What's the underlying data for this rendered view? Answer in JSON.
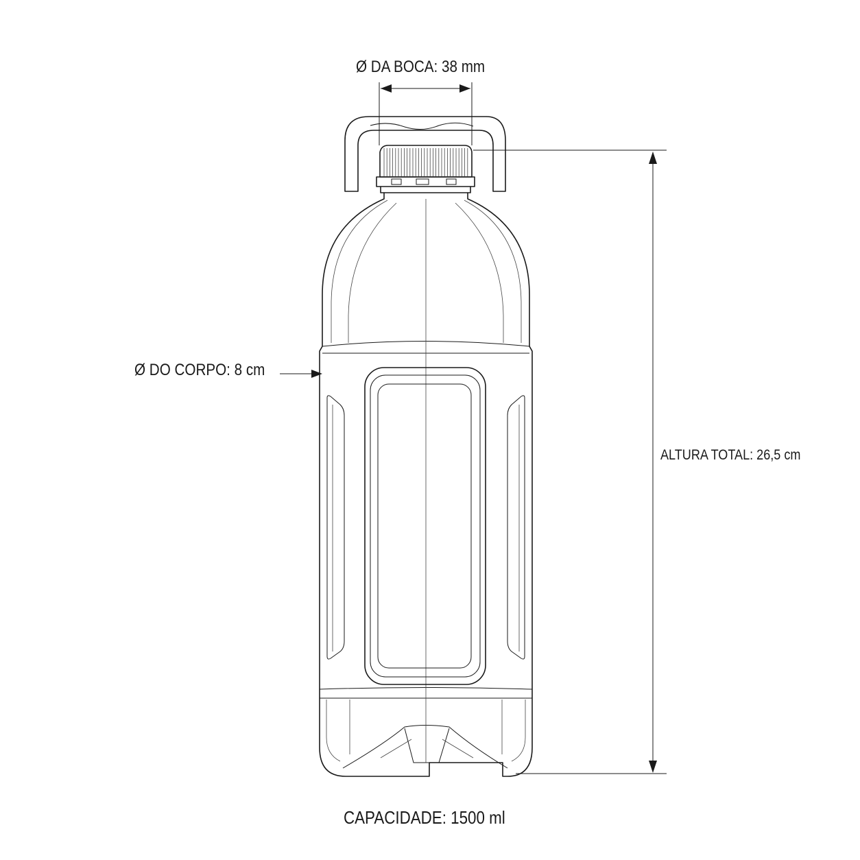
{
  "labels": {
    "mouth_diameter": "Ø DA BOCA: 38 mm",
    "body_diameter": "Ø DO CORPO: 8 cm",
    "total_height": "ALTURA TOTAL: 26,5 cm",
    "capacity": "CAPACIDADE: 1500 ml"
  },
  "colors": {
    "line": "#1a1a1a",
    "background": "#ffffff"
  }
}
